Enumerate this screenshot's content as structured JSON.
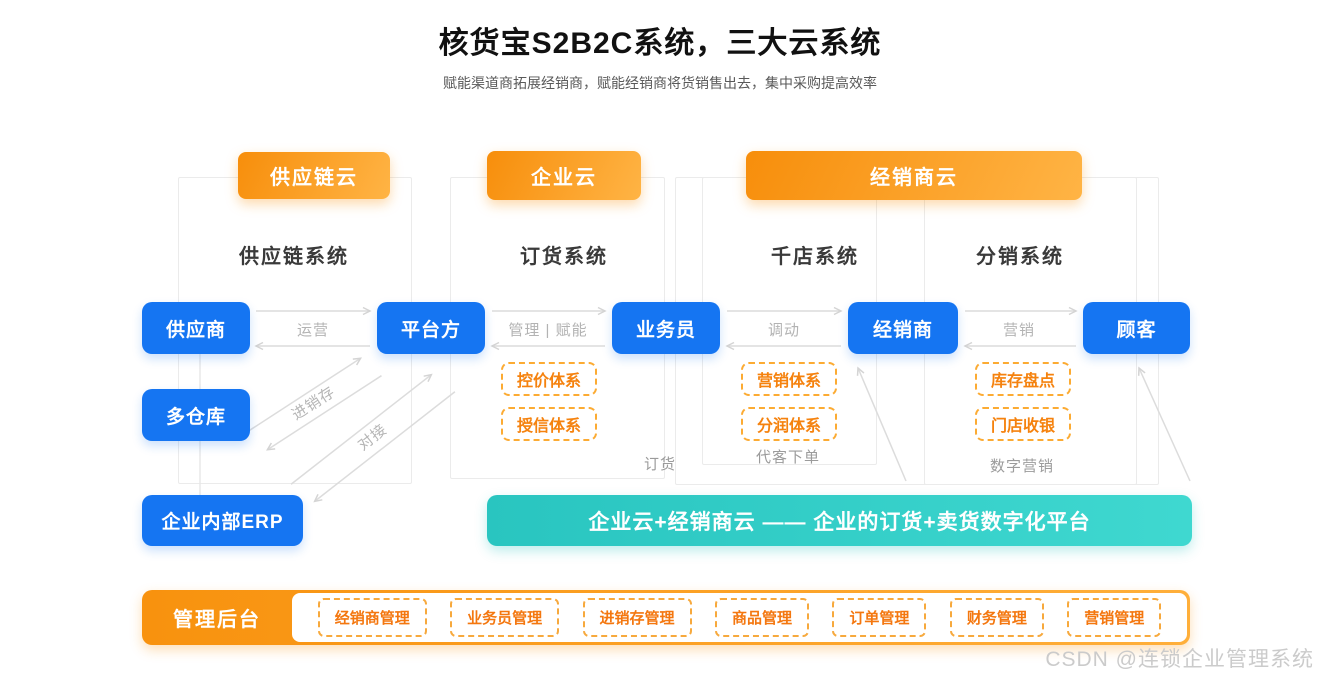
{
  "page": {
    "title": "核货宝S2B2C系统，三大云系统",
    "subtitle": "赋能渠道商拓展经销商，赋能经销商将货销售出去，集中采购提高效率",
    "watermark": "CSDN @连锁企业管理系统"
  },
  "clouds": {
    "supply": "供应链云",
    "enterprise": "企业云",
    "distributor": "经销商云"
  },
  "systems": {
    "supply_chain": "供应链系统",
    "ordering": "订货系统",
    "thousand_stores": "千店系统",
    "distribution": "分销系统"
  },
  "entities": {
    "supplier": "供应商",
    "platform": "平台方",
    "salesman": "业务员",
    "distributor": "经销商",
    "customer": "顾客",
    "multi_warehouse": "多仓库",
    "internal_erp": "企业内部ERP"
  },
  "flows": {
    "operation": "运营",
    "manage_empower": "管理 | 赋能",
    "dispatch": "调动",
    "marketing": "营销",
    "purchase_sale_stock": "进销存",
    "connect": "对接"
  },
  "capabilities": {
    "price_control": "控价体系",
    "credit": "授信体系",
    "marketing_system": "营销体系",
    "profit_sharing": "分润体系",
    "inventory_check": "库存盘点",
    "store_cashier": "门店收银"
  },
  "notes": {
    "ordering": "订货",
    "order_on_behalf": "代客下单",
    "digital_marketing": "数字营销"
  },
  "banner": {
    "text": "企业云+经销商云 —— 企业的订货+卖货数字化平台"
  },
  "admin": {
    "label": "管理后台",
    "items": [
      "经销商管理",
      "业务员管理",
      "进销存管理",
      "商品管理",
      "订单管理",
      "财务管理",
      "营销管理"
    ]
  },
  "colors": {
    "accent_orange_start": "#f78e0b",
    "accent_orange_end": "#ffb445",
    "entity_blue": "#1575f2",
    "teal_start": "#29c5c0",
    "teal_end": "#3fd8d0",
    "dashed_orange_border": "#fcab33",
    "orange_text": "#f5820e",
    "connector_gray": "#dcdcdc",
    "note_gray": "#9b9b9b"
  }
}
